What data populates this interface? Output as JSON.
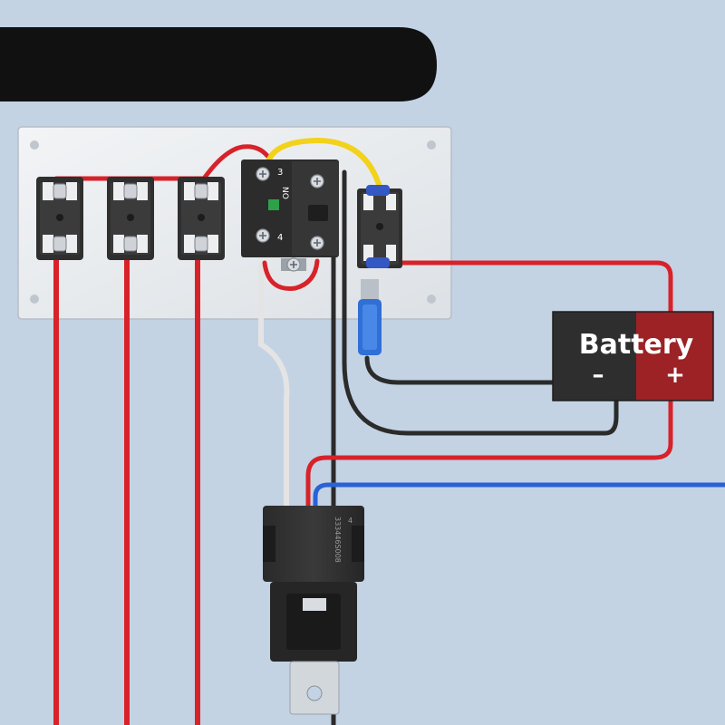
{
  "battery": {
    "label": "Battery",
    "negative_symbol": "–",
    "positive_symbol": "+"
  },
  "switch_block": {
    "terminal_top": "3",
    "terminal_bottom": "4",
    "contact_type": "NO"
  },
  "relay": {
    "part_number": "333446S008",
    "pin_label": "4"
  },
  "colors": {
    "background": "#c3d3e4",
    "panel": "#e8ebee",
    "red_wire": "#d8222a",
    "black_wire": "#2b2b2b",
    "yellow_wire": "#f2d21a",
    "white_wire": "#e4e4e4",
    "blue_wire": "#2a62d6",
    "battery_negative": "#2e2e2e",
    "battery_positive": "#9c2226"
  }
}
